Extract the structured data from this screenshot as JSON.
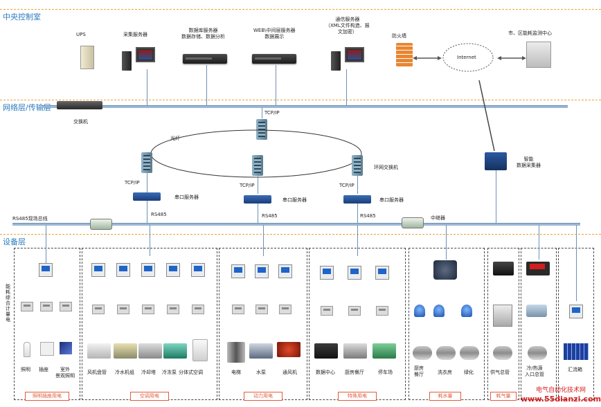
{
  "layers": {
    "central": "中央控制室",
    "network": "网络层/传输层",
    "device": "设备层"
  },
  "central_devices": {
    "ups": "UPS",
    "collection_server": "采集服务器",
    "db_server": "数据库服务器\n数据存储、数据分析",
    "web_server": "WEB\\中间层服务器\n数据展示",
    "comm_server": "通信服务器\n（XML文件构造、报\n文加密）",
    "firewall": "防火墙",
    "internet": "Internet",
    "city_center": "市、区能耗监测中心"
  },
  "network_devices": {
    "switch": "交换机",
    "tcpip_top": "TCP/IP",
    "fiber": "光纤",
    "ring_switch": "环网交换机",
    "tcpip_1": "TCP/IP",
    "tcpip_2": "TCP/IP",
    "tcpip_3": "TCP/IP",
    "serial_1": "串口服务器",
    "serial_2": "串口服务器",
    "serial_3": "串口服务器",
    "rs485_1": "RS485",
    "rs485_2": "RS485",
    "rs485_3": "RS485",
    "rs485_bus": "RS485现场总线",
    "repeater": "中继器",
    "smart_collector": "智能\n数据采集器"
  },
  "side_label": "能耗综合计量电",
  "categories": [
    {
      "tag": "照明插座用电",
      "items": [
        "照明",
        "插座",
        "室外\n景观照明"
      ]
    },
    {
      "tag": "空调用电",
      "items": [
        "风机盘管",
        "冷水机组",
        "冷却塔",
        "冷冻泵",
        "分体式空调"
      ]
    },
    {
      "tag": "动力用电",
      "items": [
        "电梯",
        "水泵",
        "通风机"
      ]
    },
    {
      "tag": "特殊用电",
      "items": [
        "数据中心",
        "厨房餐厅",
        "停车场"
      ]
    },
    {
      "tag": "耗水量",
      "items": [
        "厨房\n餐厅",
        "洗衣房",
        "绿化"
      ]
    },
    {
      "tag": "耗气量",
      "items": [
        "供气总管"
      ]
    },
    {
      "tag": "",
      "items": [
        "冷/热源\n入口总管"
      ]
    },
    {
      "tag": "",
      "items": [
        "汇流箱"
      ]
    }
  ],
  "watermark_cn": "电气自动化技术网",
  "watermark_url": "www.55dianzi.com",
  "colors": {
    "accent": "#2b7bbf",
    "tag": "#e15b3a",
    "watermark": "#d62020"
  }
}
